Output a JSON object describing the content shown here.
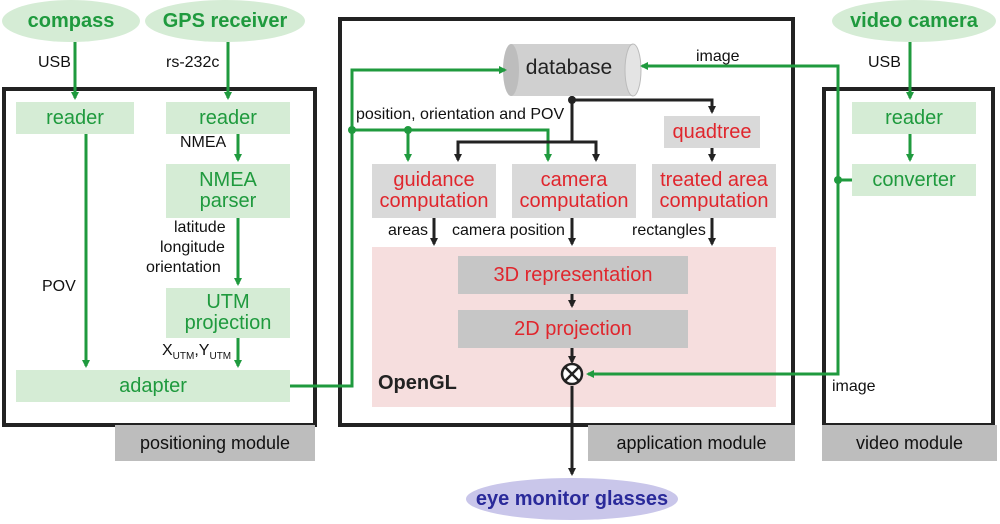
{
  "inputs": {
    "compass": "compass",
    "gps_receiver": "GPS receiver",
    "video_camera": "video camera"
  },
  "connections": {
    "usb_left": "USB",
    "rs232c": "rs-232c",
    "usb_right": "USB"
  },
  "positioning": {
    "reader_left": "reader",
    "reader_right": "reader",
    "nmea_label": "NMEA",
    "nmea_parser": "NMEA parser",
    "lat_lon_orient": [
      "latitude",
      "longitude",
      "orientation"
    ],
    "utm_projection": "UTM projection",
    "pov_label": "POV",
    "xutm": "X",
    "xutm_sub": "UTM",
    "comma": ",",
    "yutm": "Y",
    "yutm_sub": "UTM",
    "adapter": "adapter",
    "module_label": "positioning module"
  },
  "application": {
    "database": "database",
    "image_top": "image",
    "pos_orient_pov": "position, orientation and POV",
    "quadtree": "quadtree",
    "guidance": "guidance computation",
    "camera": "camera computation",
    "treated": "treated area computation",
    "areas": "areas",
    "camera_position": "camera position",
    "rectangles": "rectangles",
    "rep3d": "3D representation",
    "proj2d": "2D projection",
    "opengl": "OpenGL",
    "module_label": "application module"
  },
  "video": {
    "reader": "reader",
    "converter": "converter",
    "image_label": "image",
    "module_label": "video module"
  },
  "output": {
    "glasses": "eye monitor glasses"
  },
  "colors": {
    "green": "#1f9a3e",
    "light_green": "#d5ecd5",
    "red": "#e0262d",
    "grey_box": "#d9d9d9",
    "pink": "#f6dede",
    "purple": "#c9c6ea"
  }
}
